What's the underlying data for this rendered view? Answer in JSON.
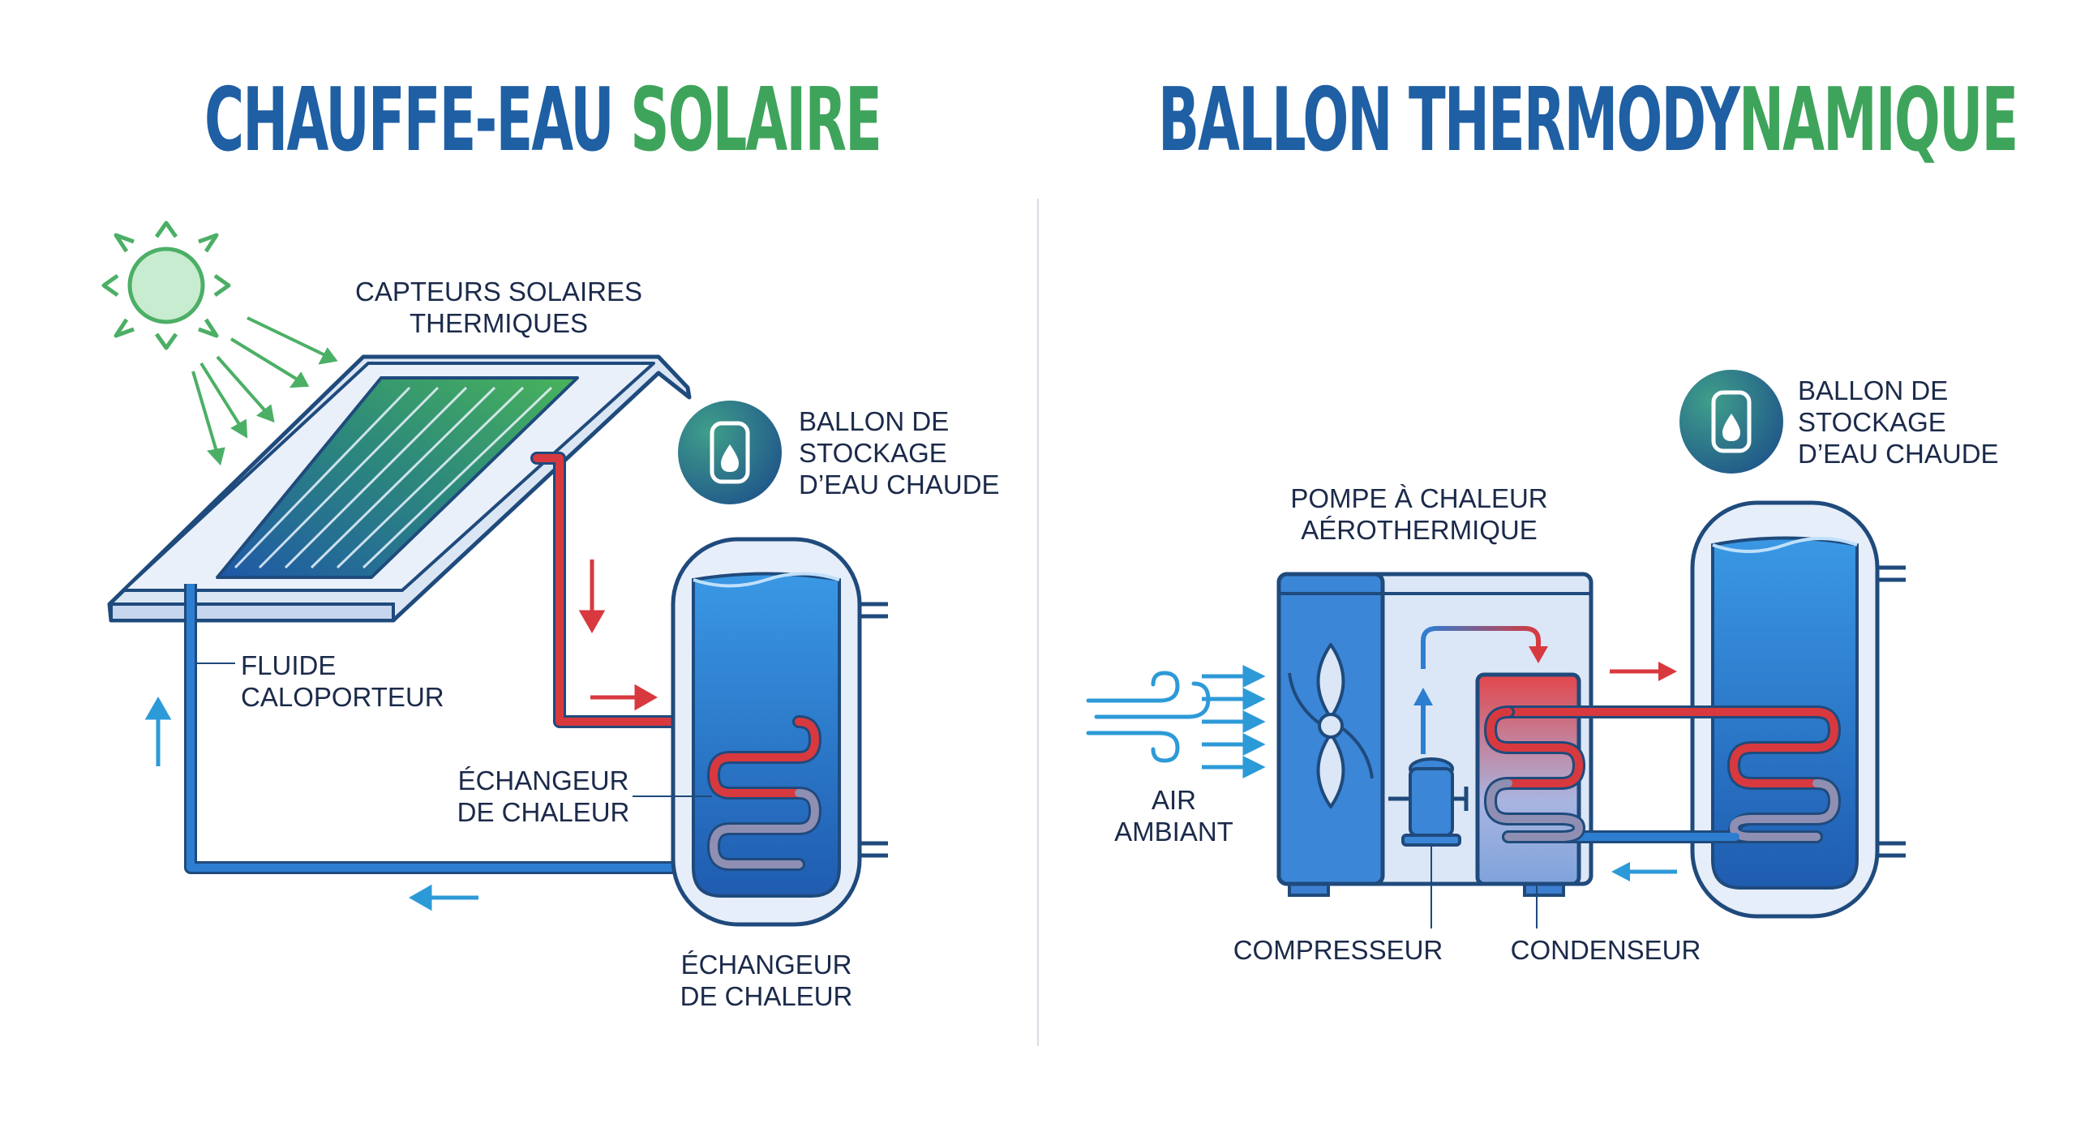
{
  "solar": {
    "title_part1": "CHAUFFE-EAU ",
    "title_part2": "SOLAIRE",
    "label_collectors_line1": "CAPTEURS SOLAIRES",
    "label_collectors_line2": "THERMIQUES",
    "label_tank_line1": "BALLON DE",
    "label_tank_line2": "STOCKAGE",
    "label_tank_line3": "D’EAU CHAUDE",
    "label_fluid_line1": "FLUIDE",
    "label_fluid_line2": "CALOPORTEUR",
    "label_exchanger_line1": "ÉCHANGEUR",
    "label_exchanger_line2": "DE CHALEUR",
    "label_exchanger_bottom_line1": "ÉCHANGEUR",
    "label_exchanger_bottom_line2": "DE CHALEUR"
  },
  "thermo": {
    "title_part1": "BALLON THERMODY",
    "title_part2": "NAMIQUE",
    "label_tank_line1": "BALLON DE",
    "label_tank_line2": "STOCKAGE",
    "label_tank_line3": "D’EAU CHAUDE",
    "label_heatpump_line1": "POMPE À CHALEUR",
    "label_heatpump_line2": "AÉROTHERMIQUE",
    "label_air_line1": "AIR",
    "label_air_line2": "AMBIANT",
    "label_compressor": "COMPRESSEUR",
    "label_condenser": "CONDENSEUR"
  },
  "colors": {
    "title_blue": "#1f5fa3",
    "title_green": "#3fa45b",
    "pipe_blue": "#2d7ed1",
    "pipe_red": "#d8393f",
    "outline_navy": "#1f4a7c",
    "sun_green": "#4caf66",
    "water_blue": "#2f84d6"
  },
  "icons": [
    "sun-icon",
    "water-heater-icon",
    "fan-icon",
    "wind-icon",
    "compressor-icon"
  ]
}
